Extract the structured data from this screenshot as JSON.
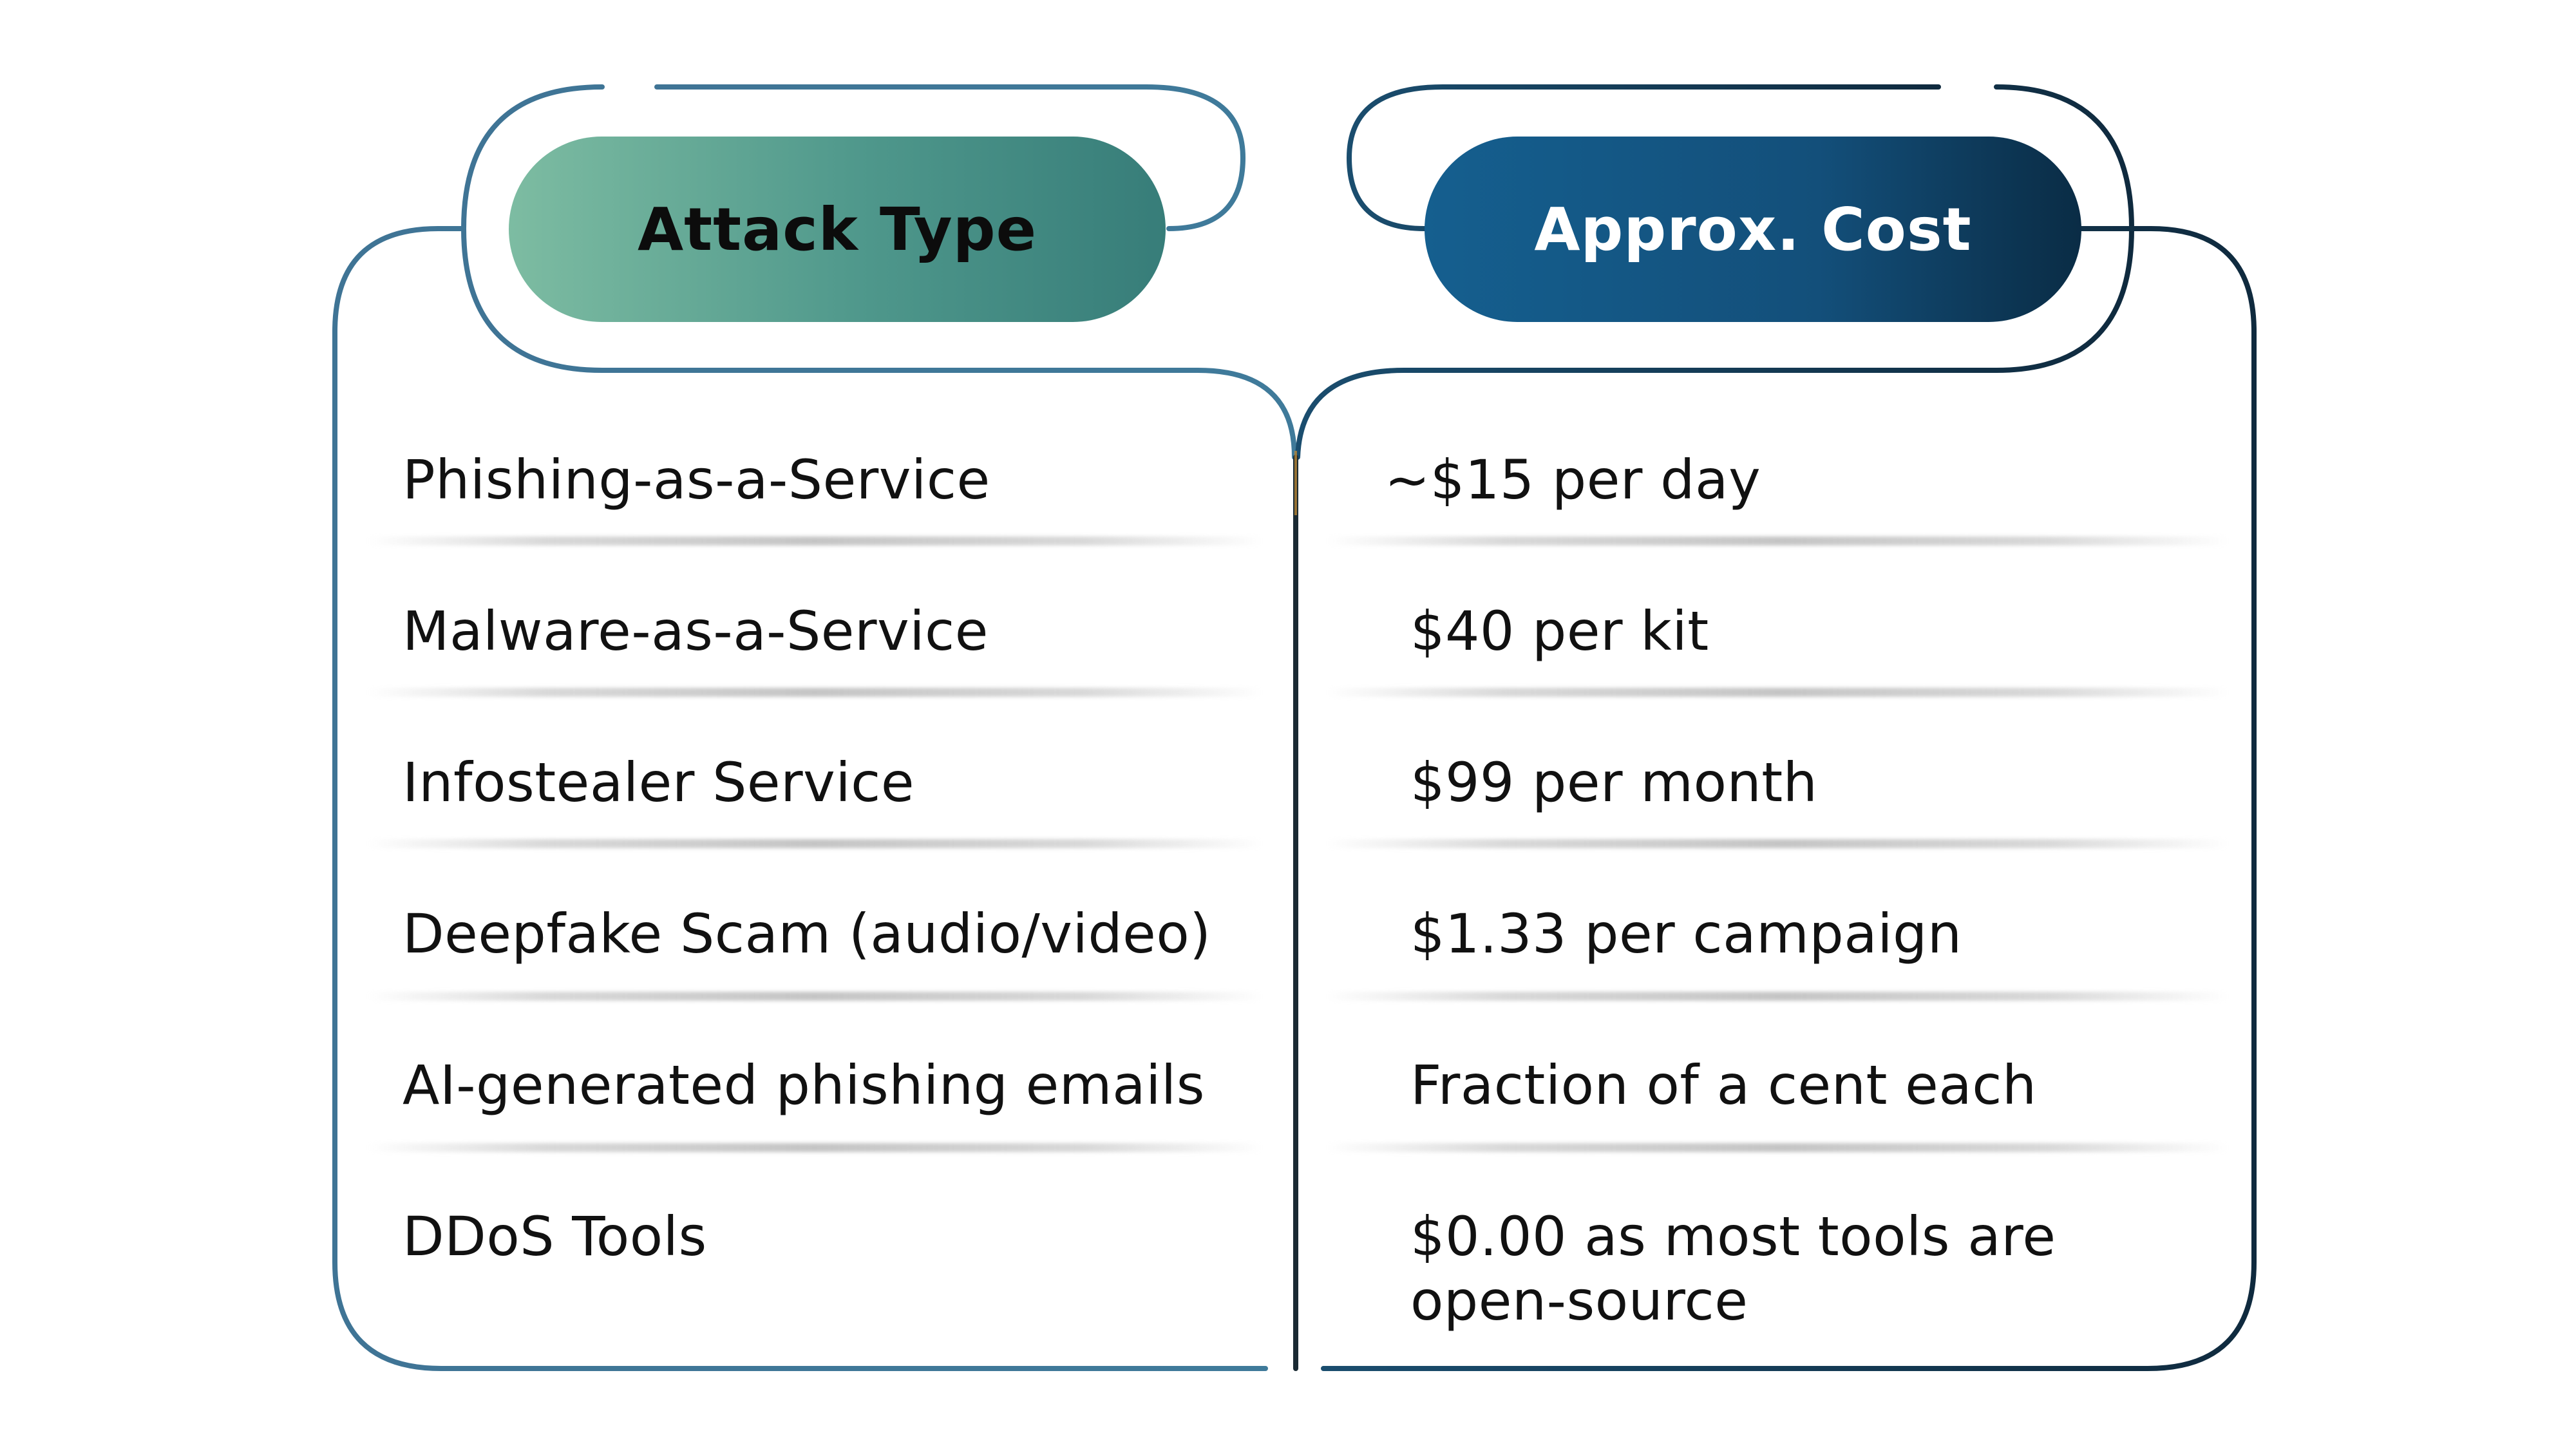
{
  "headers": {
    "attack_type": "Attack Type",
    "approx_cost": "Approx. Cost"
  },
  "rows": [
    {
      "attack": "Phishing-as-a-Service",
      "cost": "~$15 per day"
    },
    {
      "attack": "Malware-as-a-Service",
      "cost": "$40 per kit"
    },
    {
      "attack": "Infostealer Service",
      "cost": "$99 per month"
    },
    {
      "attack": "Deepfake Scam (audio/video)",
      "cost": "$1.33 per campaign"
    },
    {
      "attack": "AI-generated phishing emails",
      "cost": "Fraction of a cent each"
    },
    {
      "attack": "DDoS Tools",
      "cost_line1": "$0.00 as most tools are",
      "cost_line2": "open-source"
    }
  ],
  "colors": {
    "left_outline": "#3f7495",
    "right_outline": "#13324a",
    "left_pill_start": "#7dbca2",
    "left_pill_end": "#377d79",
    "right_pill_start": "#155f8f",
    "right_pill_end": "#0a2c45"
  }
}
